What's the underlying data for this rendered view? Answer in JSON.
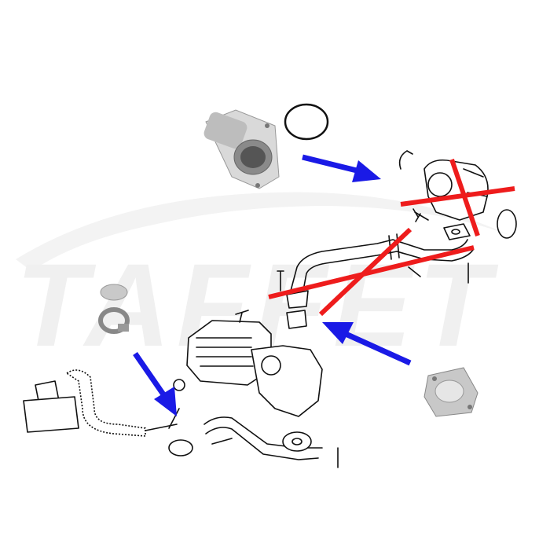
{
  "watermark": {
    "text": "TAFFET"
  },
  "colors": {
    "arrow": "#1a1ae6",
    "cross": "#ee1c1c",
    "line_art": "#111111",
    "watermark": "#f0f0f0"
  },
  "parts": {
    "pipe_adapter": "pipe-adapter-with-flange",
    "o_ring": "o-ring",
    "egr_valve": "egr-valve-crossed-out",
    "egr_pipe": "egr-pipe-crossed-out",
    "blanking_plate": "egr-blanking-plate",
    "cap": "blanking-cap",
    "hose_clamp": "hose-clamp"
  }
}
